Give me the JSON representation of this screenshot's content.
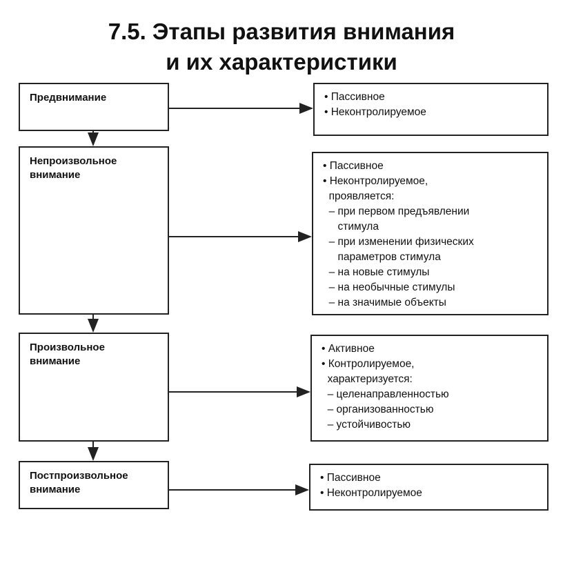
{
  "title": {
    "line1": "7.5. Этапы развития внимания",
    "line2": "и их характеристики"
  },
  "stages": [
    {
      "name": "Предвнимание",
      "traits": [
        "• Пассивное",
        "• Неконтролируемое"
      ]
    },
    {
      "name": "Непроизвольное\nвнимание",
      "traits": [
        "• Пассивное",
        "• Неконтролируемое,",
        "  проявляется:",
        "  – при первом предъявлении",
        "     стимула",
        "  – при изменении физических",
        "     параметров стимула",
        "  – на новые стимулы",
        "  – на необычные стимулы",
        "  – на значимые объекты"
      ]
    },
    {
      "name": "Произвольное\nвнимание",
      "traits": [
        "• Активное",
        "• Контролируемое,",
        "  характеризуется:",
        "  – целенаправленностью",
        "  – организованностью",
        "  – устойчивостью"
      ]
    },
    {
      "name": "Постпроизвольное\nвнимание",
      "traits": [
        "• Пассивное",
        "• Неконтролируемое"
      ]
    }
  ]
}
